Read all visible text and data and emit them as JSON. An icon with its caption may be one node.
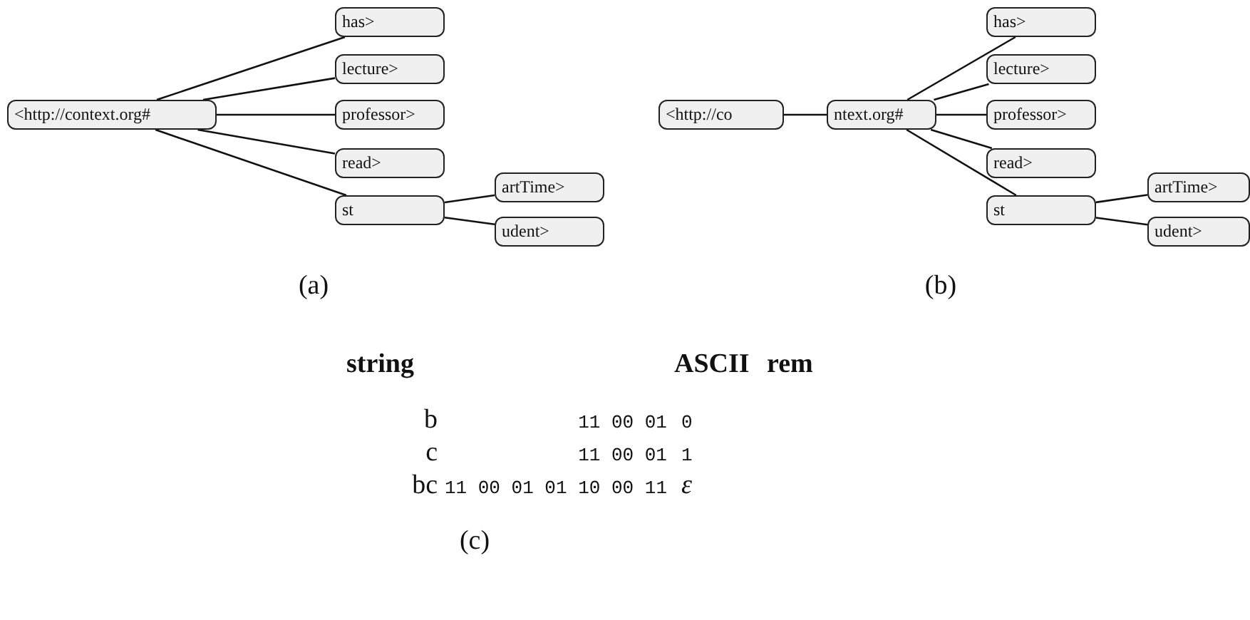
{
  "diagram": {
    "nodes": [
      {
        "text": [
          "<http://context.org#"
        ]
      },
      {
        "text": [
          "has>"
        ]
      },
      {
        "text": [
          "lecture>"
        ]
      },
      {
        "text": [
          "professor>"
        ]
      },
      {
        "text": [
          "read>"
        ]
      },
      {
        "text": [
          "st"
        ]
      },
      {
        "text": [
          "artTime>"
        ]
      },
      {
        "text": [
          "udent>"
        ]
      },
      {
        "text": [
          "<http://co"
        ]
      },
      {
        "text": [
          "ntext.org#"
        ]
      },
      {
        "text": [
          "has>"
        ]
      },
      {
        "text": [
          "lecture>"
        ]
      },
      {
        "text": [
          "professor>"
        ]
      },
      {
        "text": [
          "read>"
        ]
      },
      {
        "text": [
          "st"
        ]
      },
      {
        "text": [
          "artTime>"
        ]
      },
      {
        "text": [
          "udent>"
        ]
      }
    ],
    "edges": [
      {
        "from": 0,
        "to": 1,
        "arrow": "none"
      },
      {
        "from": 0,
        "to": 2,
        "arrow": "none"
      },
      {
        "from": 0,
        "to": 3,
        "arrow": "none"
      },
      {
        "from": 0,
        "to": 4,
        "arrow": "none"
      },
      {
        "from": 0,
        "to": 5,
        "arrow": "none"
      },
      {
        "from": 5,
        "to": 6,
        "arrow": "none"
      },
      {
        "from": 5,
        "to": 7,
        "arrow": "none"
      },
      {
        "from": 8,
        "to": 9,
        "arrow": "none"
      },
      {
        "from": 9,
        "to": 10,
        "arrow": "none"
      },
      {
        "from": 9,
        "to": 11,
        "arrow": "none"
      },
      {
        "from": 9,
        "to": 12,
        "arrow": "none"
      },
      {
        "from": 9,
        "to": 13,
        "arrow": "none"
      },
      {
        "from": 9,
        "to": 14,
        "arrow": "none"
      },
      {
        "from": 14,
        "to": 15,
        "arrow": "none"
      },
      {
        "from": 14,
        "to": 16,
        "arrow": "none"
      }
    ],
    "labels": [
      "(a)",
      "(b)",
      "string",
      "ASCII",
      "rem",
      "b",
      "11 00 01",
      "0",
      "c",
      "11 00 01",
      "1",
      "bc",
      "11 00 01 01 10 00 11",
      "ε",
      "(c)"
    ]
  }
}
